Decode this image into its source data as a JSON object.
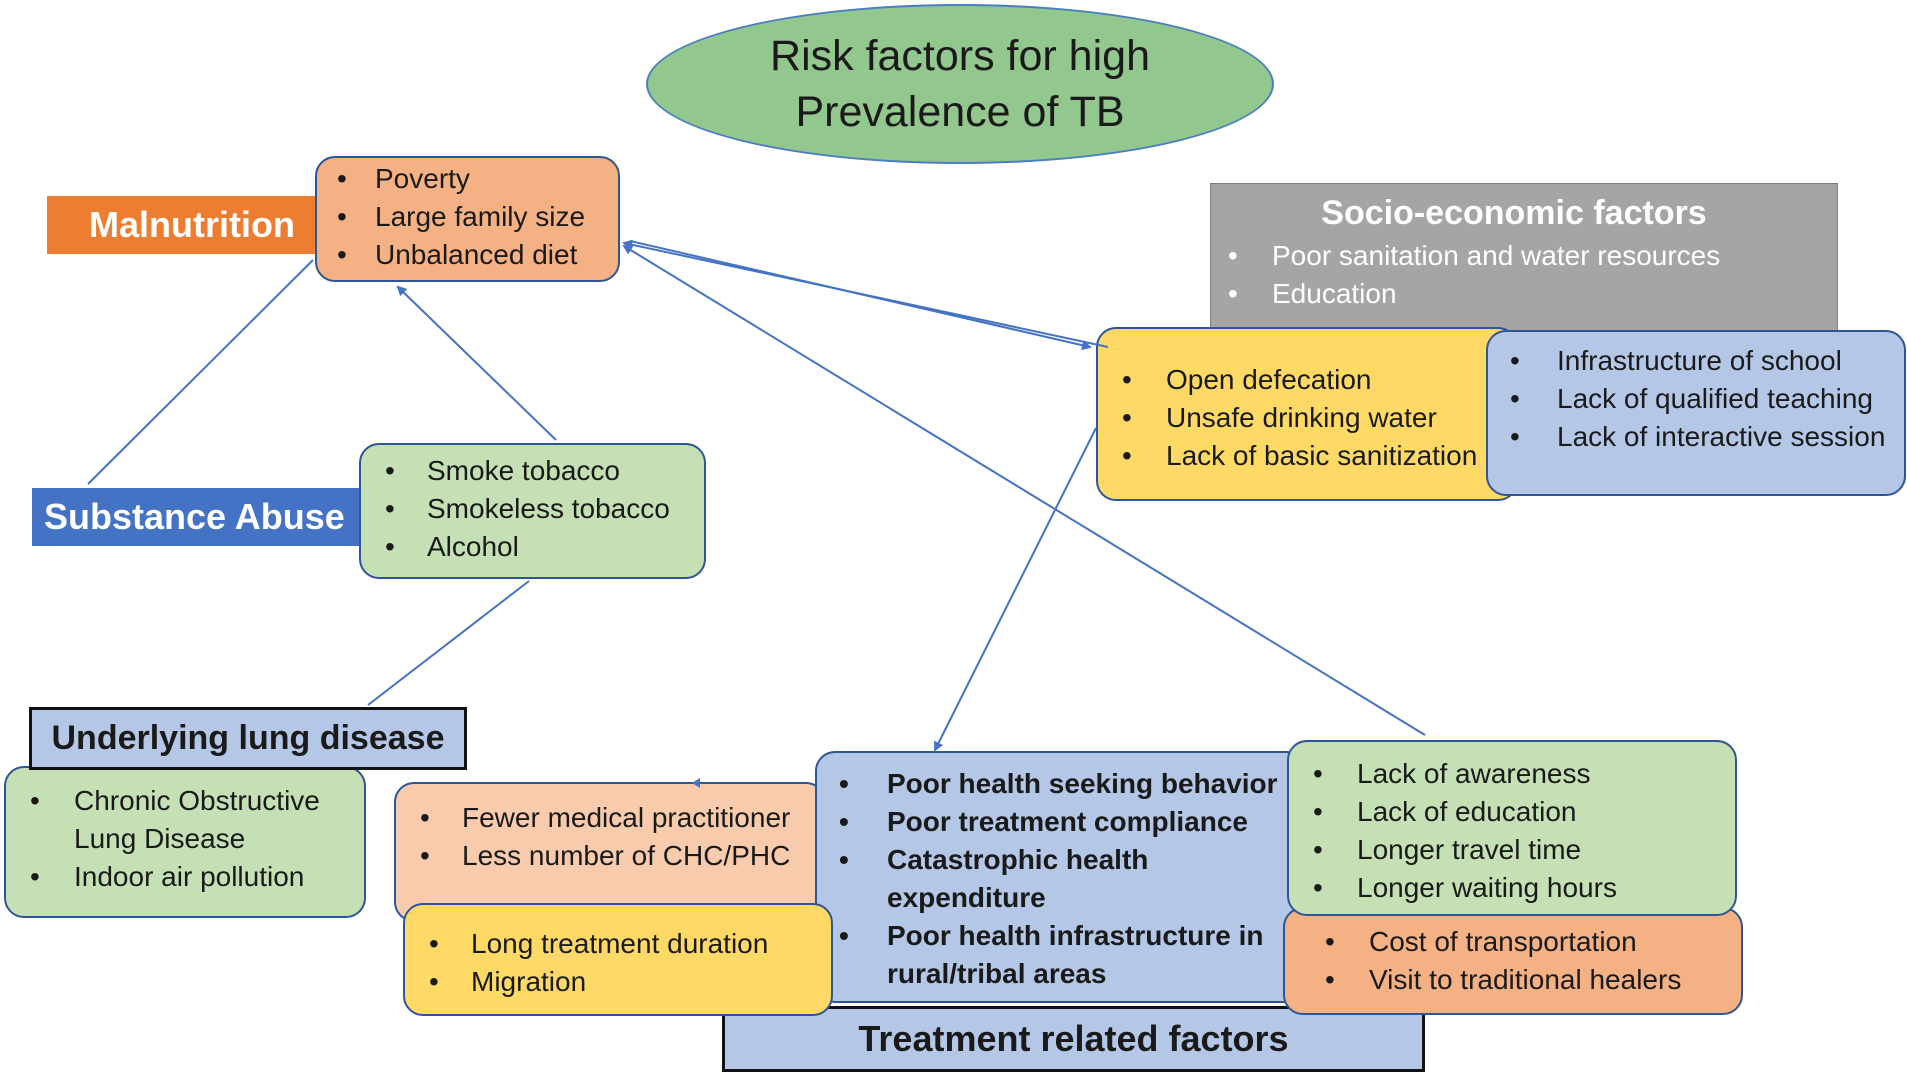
{
  "title": [
    "Risk factors for high",
    "Prevalence of TB"
  ],
  "malnutrition": {
    "label": "Malnutrition",
    "items": [
      "Poverty",
      "Large family size",
      "Unbalanced diet"
    ]
  },
  "substance_abuse": {
    "label": "Substance Abuse",
    "items": [
      "Smoke tobacco",
      "Smokeless tobacco",
      "Alcohol"
    ]
  },
  "lung_disease": {
    "label": "Underlying lung disease",
    "items": [
      "Chronic Obstructive Lung Disease",
      "Indoor air pollution"
    ]
  },
  "socio_economic": {
    "label": "Socio-economic factors",
    "items": [
      "Poor sanitation and water resources",
      "Education"
    ],
    "sanitation_items": [
      "Open defecation",
      "Unsafe drinking water",
      "Lack of basic sanitization"
    ],
    "education_items": [
      "Infrastructure of school",
      "Lack of qualified teaching",
      "Lack of interactive session"
    ]
  },
  "treatment": {
    "label": "Treatment related factors",
    "practitioner_items": [
      "Fewer medical practitioner",
      "Less number of CHC/PHC"
    ],
    "duration_items": [
      "Long treatment duration",
      "Migration"
    ],
    "health_items": [
      "Poor health seeking behavior",
      "Poor treatment compliance",
      "Catastrophic health expenditure",
      "Poor health infrastructure in rural/tribal areas"
    ],
    "awareness_items": [
      "Lack of awareness",
      "Lack of education",
      "Longer travel time",
      "Longer waiting hours"
    ],
    "cost_items": [
      "Cost of transportation",
      "Visit to traditional healers"
    ]
  },
  "colors": {
    "title_fill": "#92c78d",
    "malnutrition_bar": "#ed7d31",
    "substance_bar": "#4472c4",
    "orange_box": "#f4b183",
    "green_box": "#c5e0b4",
    "yellow_box": "#ffd965",
    "blue_box": "#b4c7e7",
    "peach_box": "#f8cbad",
    "grey_header": "#a5a5a5",
    "connector": "#4472c4"
  }
}
